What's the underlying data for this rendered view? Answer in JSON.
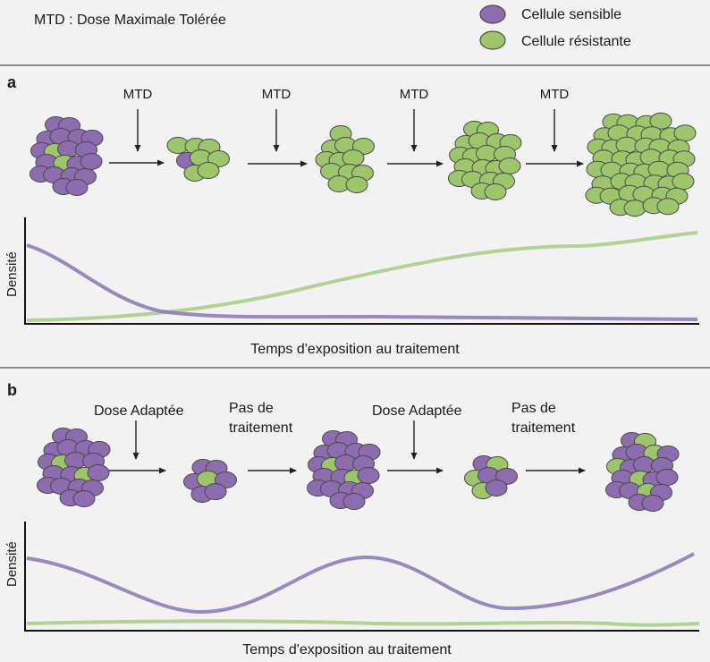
{
  "legend": {
    "mtd_definition": "MTD : Dose Maximale Tolérée",
    "sensitive_label": "Cellule sensible",
    "resistant_label": "Cellule résistante"
  },
  "colors": {
    "sensitive": "#8e6cb0",
    "resistant": "#9dc56b",
    "cell_stroke": "#4a4a4a",
    "sensitive_curve": "#8a78b4",
    "resistant_curve": "#a9cc82"
  },
  "panel_a": {
    "letter": "a",
    "steps": [
      "MTD",
      "MTD",
      "MTD",
      "MTD"
    ],
    "y_label": "Densité",
    "x_label": "Temps d'exposition au traitement"
  },
  "panel_b": {
    "letter": "b",
    "steps": [
      [
        "Dose Adaptée"
      ],
      [
        "Pas de",
        "traitement"
      ],
      [
        "Dose Adaptée"
      ],
      [
        "Pas de",
        "traitement"
      ]
    ],
    "y_label": "Densité",
    "x_label": "Temps d'exposition au traitement"
  }
}
